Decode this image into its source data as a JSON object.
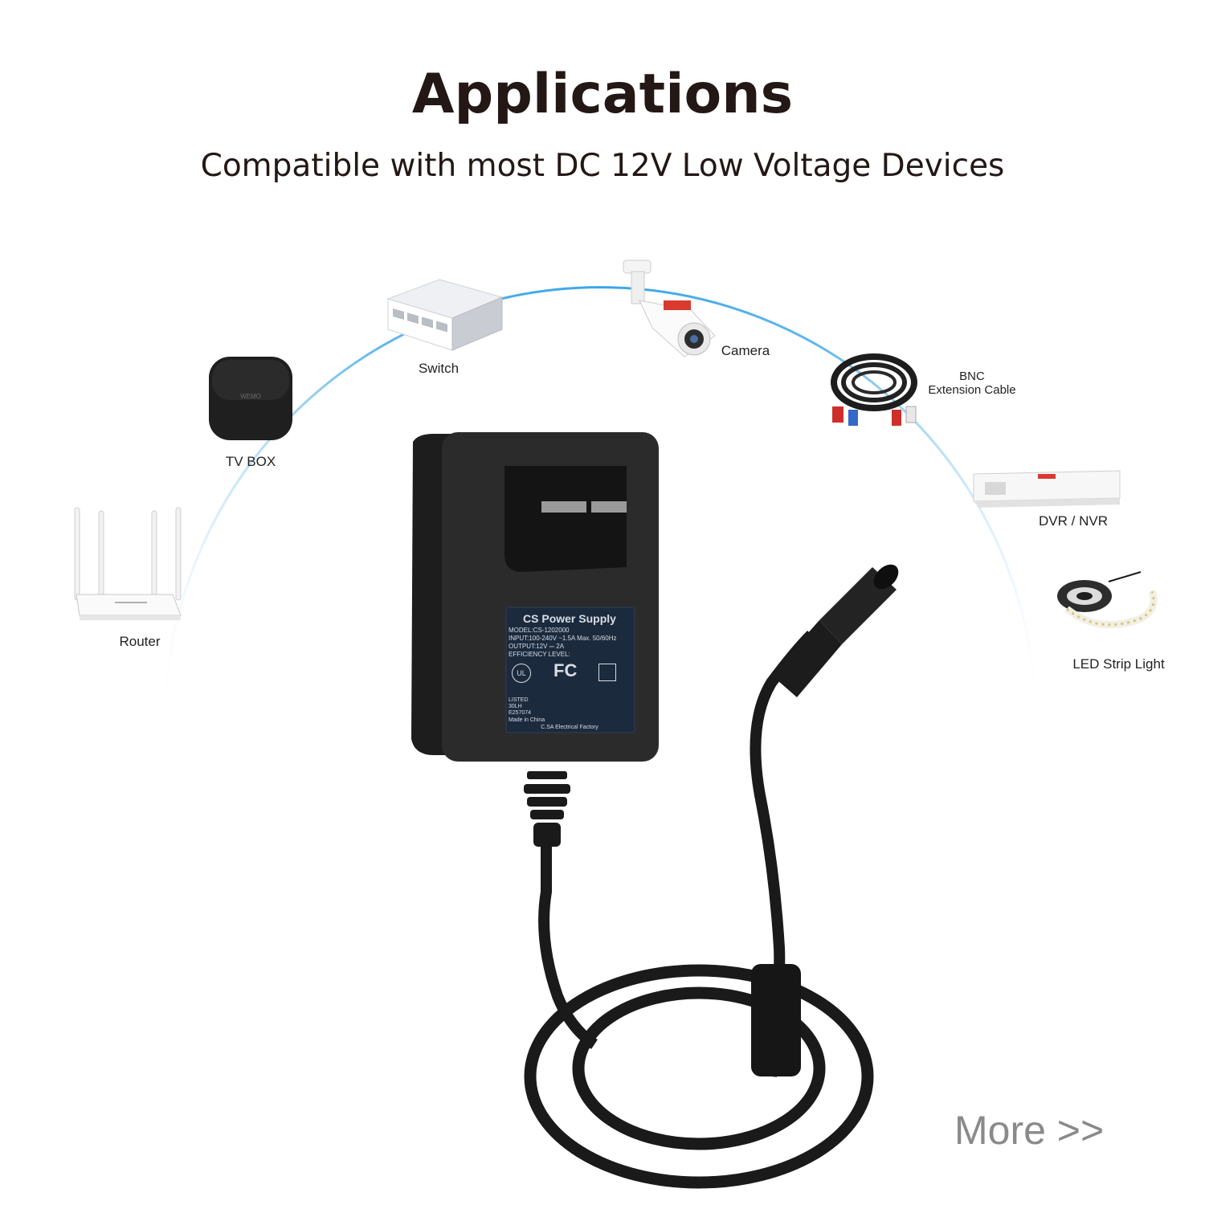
{
  "header": {
    "title": "Applications",
    "subtitle": "Compatible with most DC 12V Low Voltage Devices"
  },
  "devices": {
    "router": "Router",
    "tv_box": "TV BOX",
    "switch": "Switch",
    "camera": "Camera",
    "bnc_line1": "BNC",
    "bnc_line2": "Extension Cable",
    "dvr": "DVR / NVR",
    "led": "LED Strip Light"
  },
  "adapter_label": {
    "brand": "CS Power Supply",
    "model": "MODEL:CS-1202000",
    "input": "INPUT:100-240V ~1.5A Max. 50/60Hz",
    "output": "OUTPUT:12V ⎓ 2A",
    "efficiency": "EFFICIENCY LEVEL:",
    "listed": "LISTED",
    "code1": "30LH",
    "code2": "E257074",
    "origin": "Made in China",
    "factory": "C.SA Electrical Factory"
  },
  "more_link": "More >>",
  "colors": {
    "arc": "#3aa5e8",
    "text": "#231815",
    "more": "#8a8a8a",
    "adapter": "#2b2b2b"
  }
}
